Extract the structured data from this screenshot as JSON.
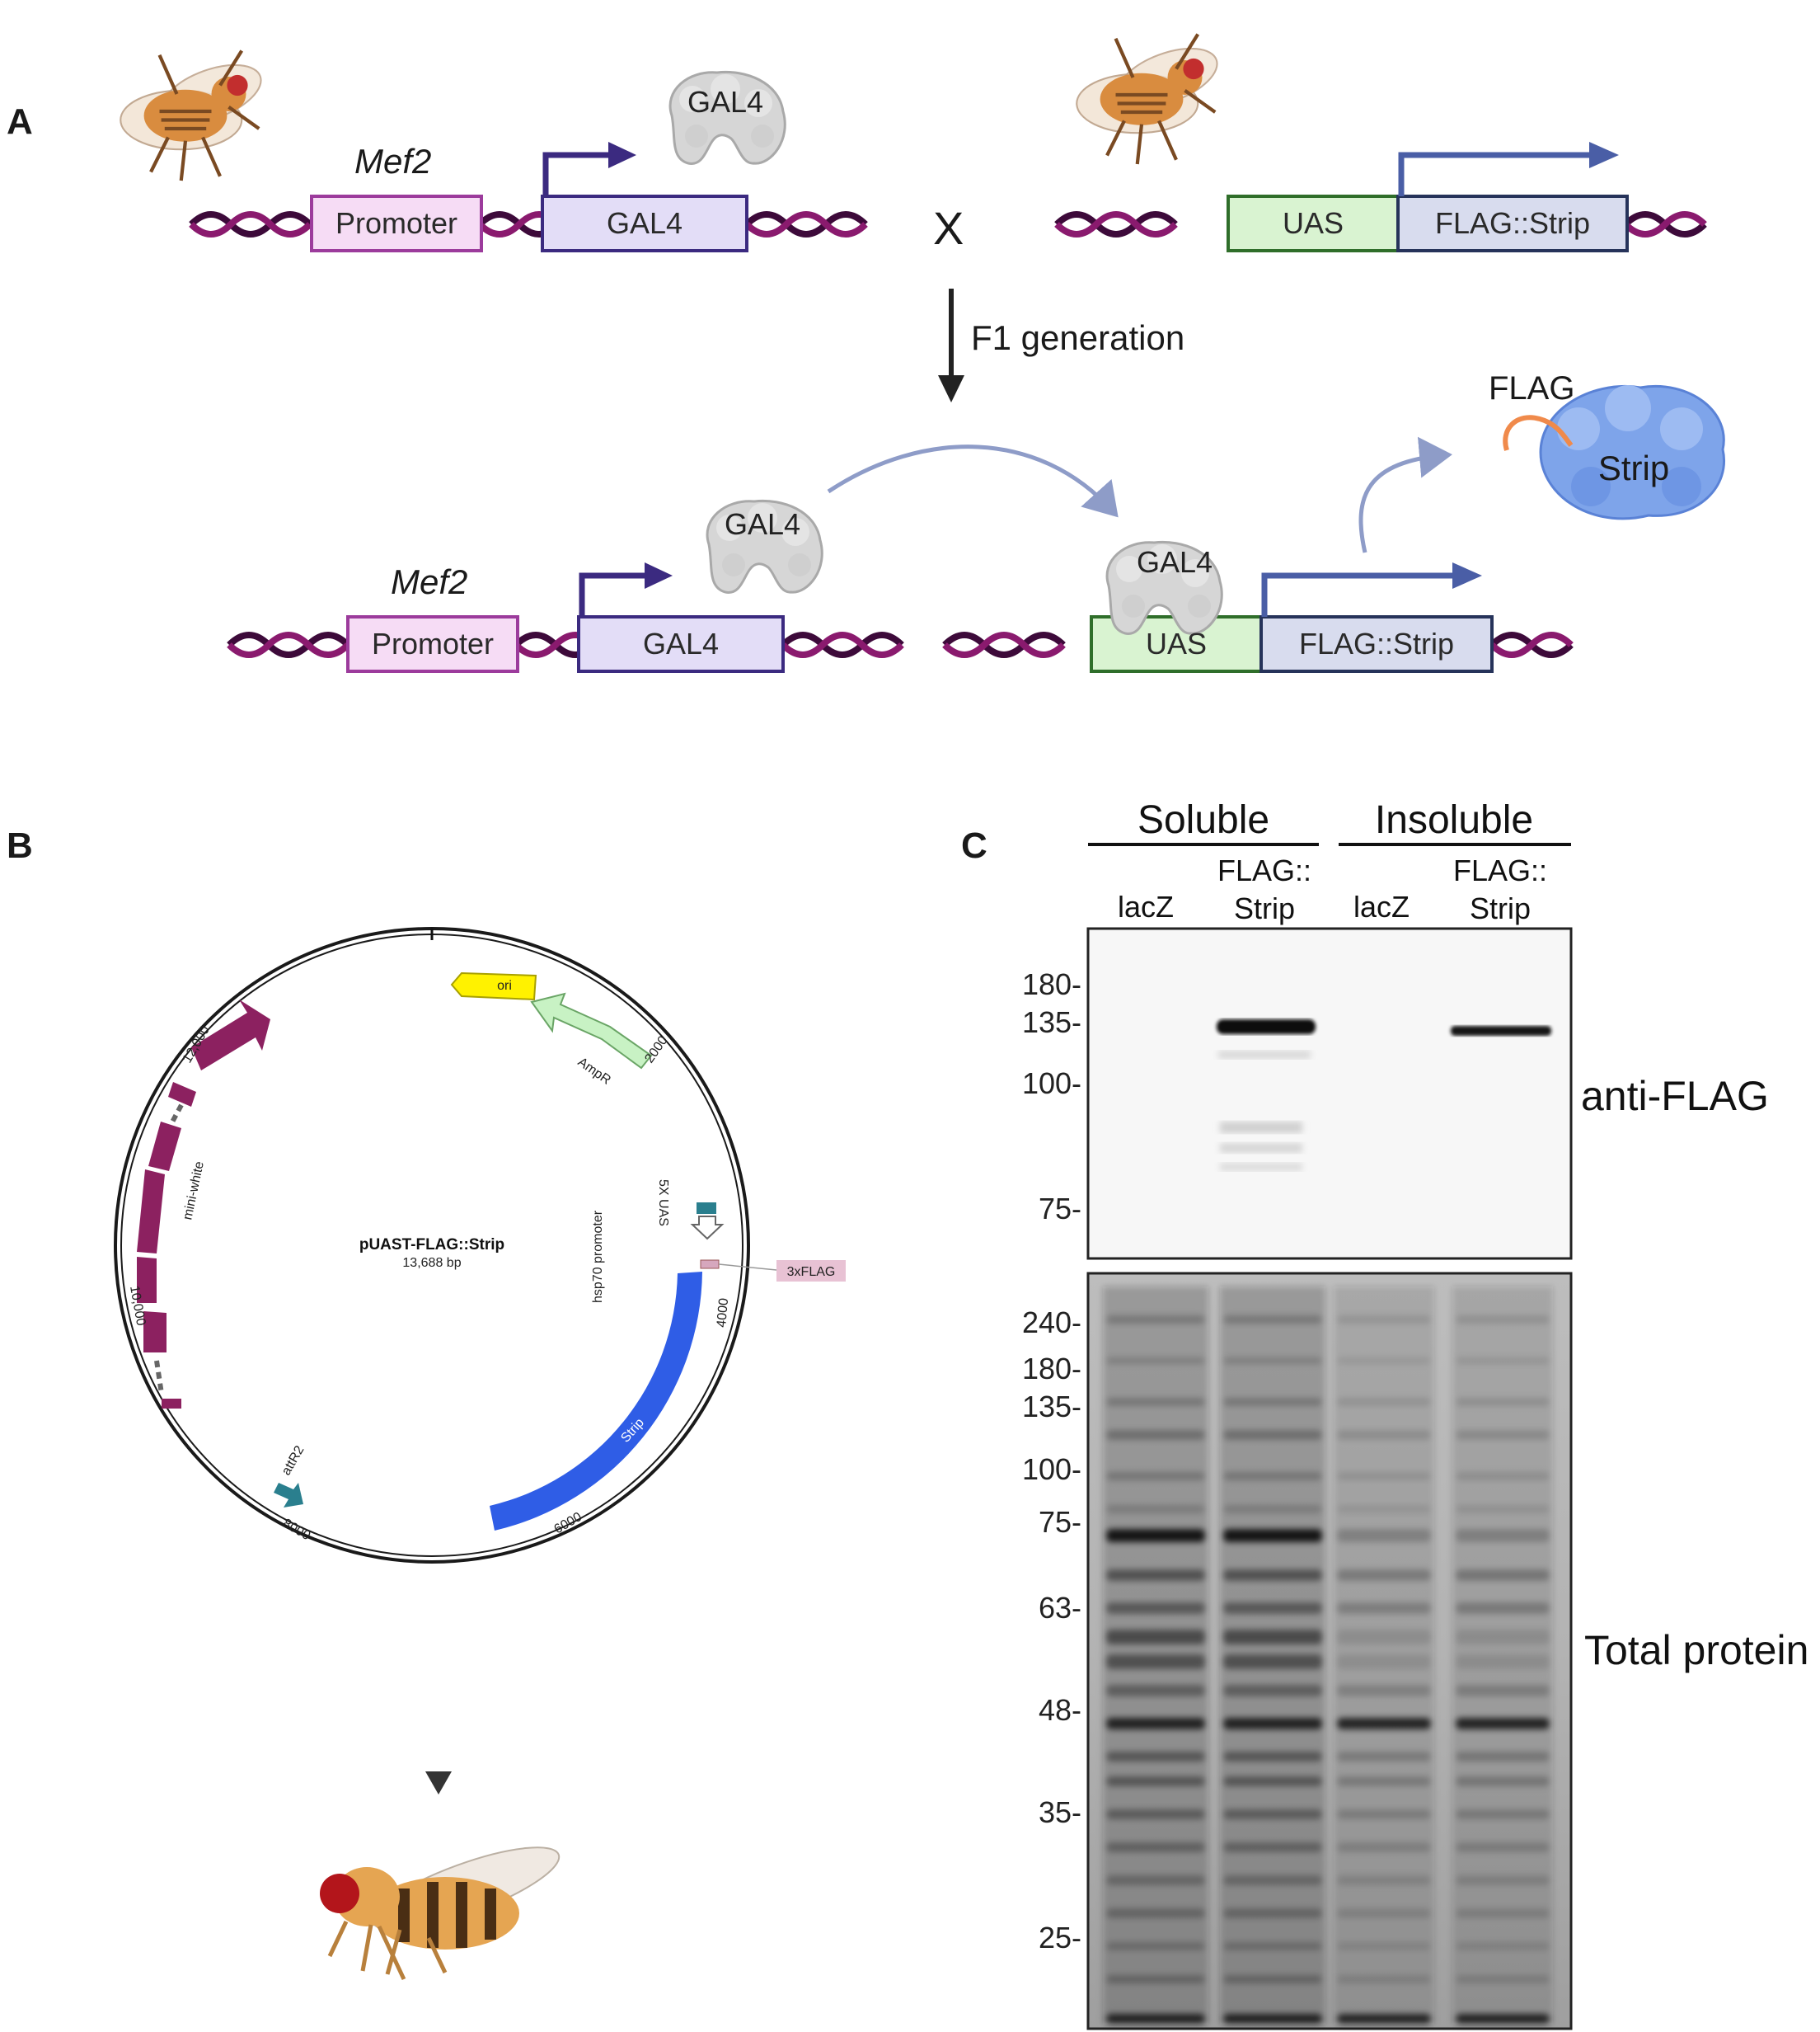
{
  "panelA": {
    "label": "A",
    "driver_gene": "Mef2",
    "promoter_label": "Promoter",
    "gal4_box": "GAL4",
    "gal4_protein": "GAL4",
    "cross_symbol": "X",
    "uas_label": "UAS",
    "transgene_label": "FLAG::Strip",
    "arrow_label": "F1 generation",
    "flag_tag": "FLAG",
    "protein_label": "Strip"
  },
  "panelB": {
    "label": "B",
    "plasmid_name": "pUAST-FLAG::Strip",
    "plasmid_size": "13,688 bp",
    "features": {
      "ori": "ori",
      "ampr": "AmpR",
      "mini_white": "mini-white",
      "uas": "5X UAS",
      "hsp70": "hsp70 promoter",
      "flag": "3xFLAG",
      "strip": "Strip",
      "attr2": "attR2"
    },
    "ticks": [
      "2000",
      "4000",
      "6000",
      "8000",
      "10,000",
      "12,000"
    ]
  },
  "panelC": {
    "label": "C",
    "group_soluble": "Soluble",
    "group_insoluble": "Insoluble",
    "lanes": [
      {
        "line1": "",
        "line2": "lacZ"
      },
      {
        "line1": "FLAG::",
        "line2": "Strip"
      },
      {
        "line1": "",
        "line2": "lacZ"
      },
      {
        "line1": "FLAG::",
        "line2": "Strip"
      }
    ],
    "blot_top_label": "anti-FLAG",
    "blot_bottom_label": "Total protein",
    "top_markers": [
      "180-",
      "135-",
      "100-",
      "75-"
    ],
    "bottom_markers": [
      "240-",
      "180-",
      "135-",
      "100-",
      "75-",
      "63-",
      "48-",
      "35-",
      "25-"
    ]
  },
  "colors": {
    "dna_dark": "#3d0a3a",
    "dna_light": "#8a1a6e",
    "promoter_fill": "#f6dcf5",
    "promoter_stroke": "#9c3b9c",
    "gal4_fill": "#e3ddf7",
    "gal4_stroke": "#3b2a80",
    "uas_fill": "#d9f3d1",
    "uas_stroke": "#2f6e2a",
    "flag_fill": "#d8dcee",
    "flag_stroke": "#26335a",
    "arrow_blue": "#4a5ea6",
    "strip_blue": "#2f5de6",
    "mini_white": "#8c2160",
    "ori_yellow": "#fff200",
    "ampr_green": "#c8f2c4",
    "teal": "#2a7f8e",
    "flag_pink": "#d6a7bd"
  }
}
